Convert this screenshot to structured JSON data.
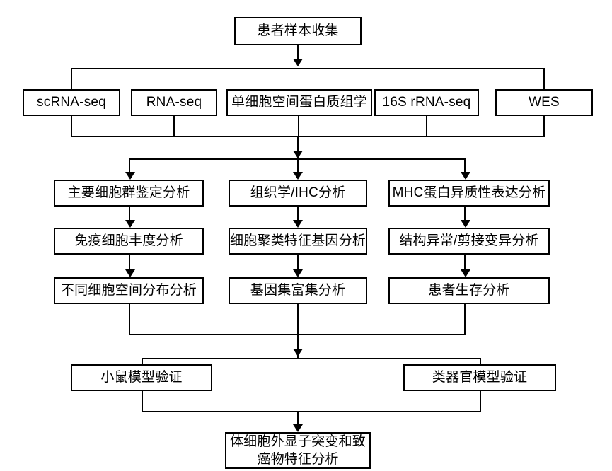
{
  "diagram": {
    "title": "Multi-omics patient sample analysis workflow",
    "colors": {
      "background": "#ffffff",
      "stroke": "#000000",
      "text": "#000000"
    },
    "levels": {
      "collection": {
        "label": "患者样本收集"
      },
      "assays": [
        {
          "label": "scRNA-seq"
        },
        {
          "label": "RNA-seq"
        },
        {
          "label": "单细胞空间蛋白质组学"
        },
        {
          "label": "16S rRNA-seq"
        },
        {
          "label": "WES"
        }
      ],
      "analysis_columns": [
        {
          "steps": [
            {
              "label": "主要细胞群鉴定分析"
            },
            {
              "label": "免疫细胞丰度分析"
            },
            {
              "label": "不同细胞空间分布分析"
            }
          ]
        },
        {
          "steps": [
            {
              "label": "组织学/IHC分析"
            },
            {
              "label": "细胞聚类特征基因分析"
            },
            {
              "label": "基因集富集分析"
            }
          ]
        },
        {
          "steps": [
            {
              "label": "MHC蛋白异质性表达分析"
            },
            {
              "label": "结构异常/剪接变异分析"
            },
            {
              "label": "患者生存分析"
            }
          ]
        }
      ],
      "validation": [
        {
          "label": "小鼠模型验证"
        },
        {
          "label": "类器官模型验证"
        }
      ],
      "conclusion": {
        "label": "体细胞外显子突变和致\n癌物特征分析"
      }
    }
  }
}
